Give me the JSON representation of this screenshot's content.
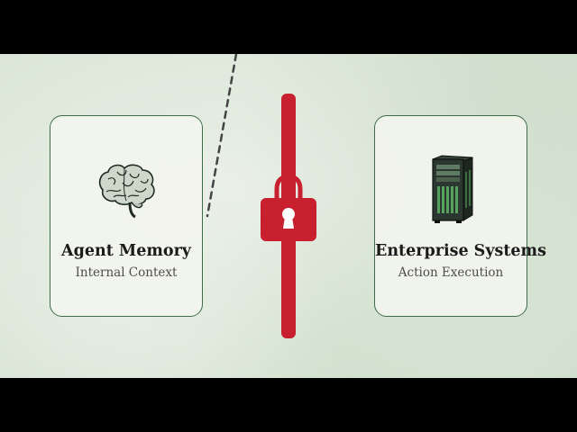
{
  "left_card": {
    "title": "Agent Memory",
    "subtitle": "Internal Context",
    "icon": "brain-icon"
  },
  "right_card": {
    "title": "Enterprise Systems",
    "subtitle": "Action Execution",
    "icon": "server-icon"
  },
  "barrier": {
    "icon": "padlock-icon",
    "color": "#c8202e"
  },
  "colors": {
    "background": "#dfe9dc",
    "card_border": "#3f6b4a",
    "accent_red": "#c8202e"
  }
}
